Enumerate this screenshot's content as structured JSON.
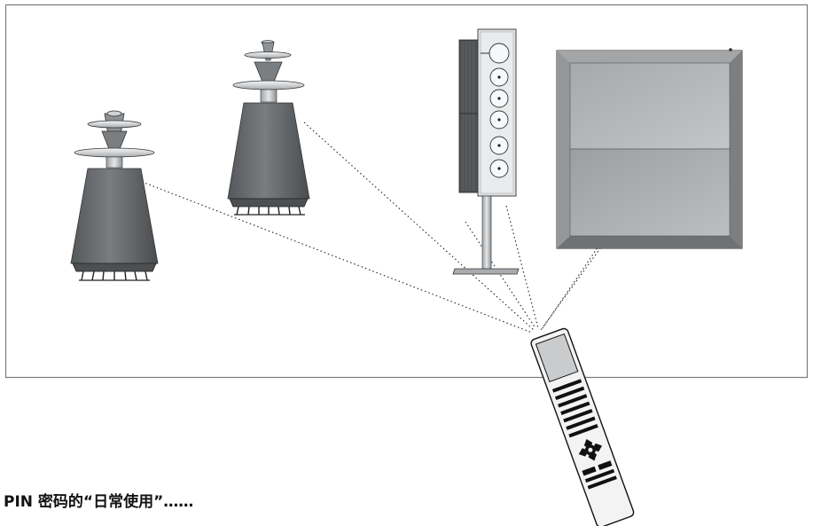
{
  "caption": "PIN 密码的“日常使用”……",
  "colors": {
    "frame_border": "#7a7a7a",
    "speaker_body": "#6f7173",
    "speaker_dark": "#4d4f51",
    "metal_light": "#dcdfe2",
    "tv_frame": "#8a8c8e",
    "tv_screen": "#b3b5b7",
    "remote_body": "#f3f3f3",
    "ink": "#111111"
  },
  "items": [
    {
      "name": "speaker-left",
      "icon": "floor-speaker"
    },
    {
      "name": "speaker-right",
      "icon": "floor-speaker"
    },
    {
      "name": "cd-player",
      "icon": "wall-mounted-cd-player"
    },
    {
      "name": "television",
      "icon": "flat-screen-tv"
    },
    {
      "name": "remote-control",
      "icon": "beo4-remote"
    }
  ]
}
